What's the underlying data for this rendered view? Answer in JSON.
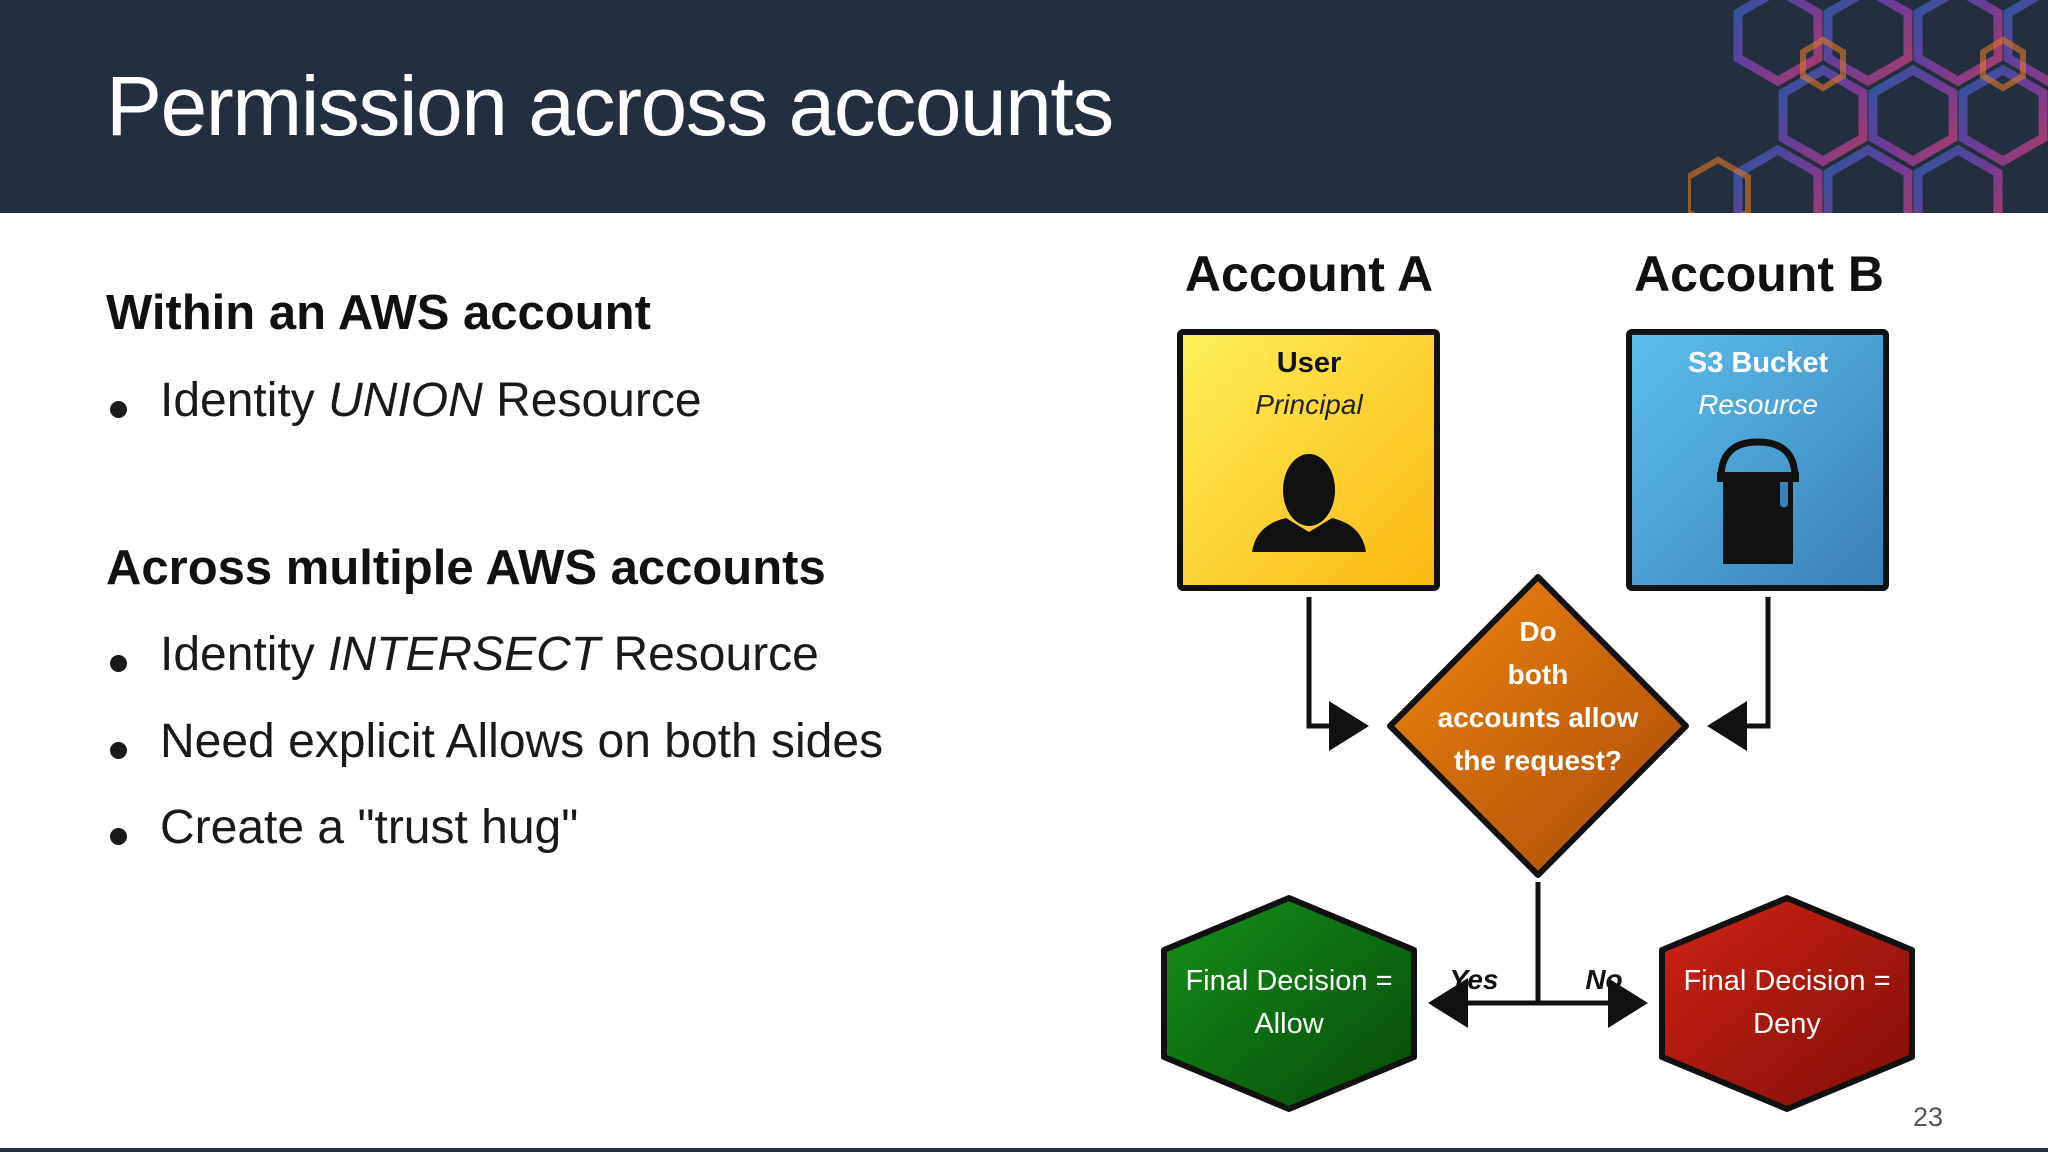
{
  "slide": {
    "title": "Permission across accounts",
    "page_number": "23"
  },
  "left_content": {
    "sections": [
      {
        "heading": "Within an AWS account",
        "bullets": [
          {
            "pre": "Identity ",
            "em": "UNION",
            "post": " Resource"
          }
        ]
      },
      {
        "heading": "Across multiple AWS accounts",
        "bullets": [
          {
            "pre": "Identity ",
            "em": "INTERSECT",
            "post": " Resource"
          },
          {
            "text": "Need explicit Allows on both sides"
          },
          {
            "text": "Create a \"trust hug\""
          }
        ]
      }
    ]
  },
  "diagram": {
    "account_a": {
      "title": "Account A",
      "box_title": "User",
      "box_subtitle": "Principal",
      "icon": "user-silhouette-icon",
      "color": "#fdd835"
    },
    "account_b": {
      "title": "Account B",
      "box_title": "S3 Bucket",
      "box_subtitle": "Resource",
      "icon": "bucket-icon",
      "color": "#4aa8dc"
    },
    "decision": {
      "lines": [
        "Do",
        "both",
        "accounts allow",
        "the request?"
      ],
      "color": "#d36a0c"
    },
    "yes_label": "Yes",
    "no_label": "No",
    "allow": {
      "lines": [
        "Final Decision =",
        "Allow"
      ],
      "color": "#0f6e12"
    },
    "deny": {
      "lines": [
        "Final Decision =",
        "Deny"
      ],
      "color": "#b3180c"
    }
  }
}
